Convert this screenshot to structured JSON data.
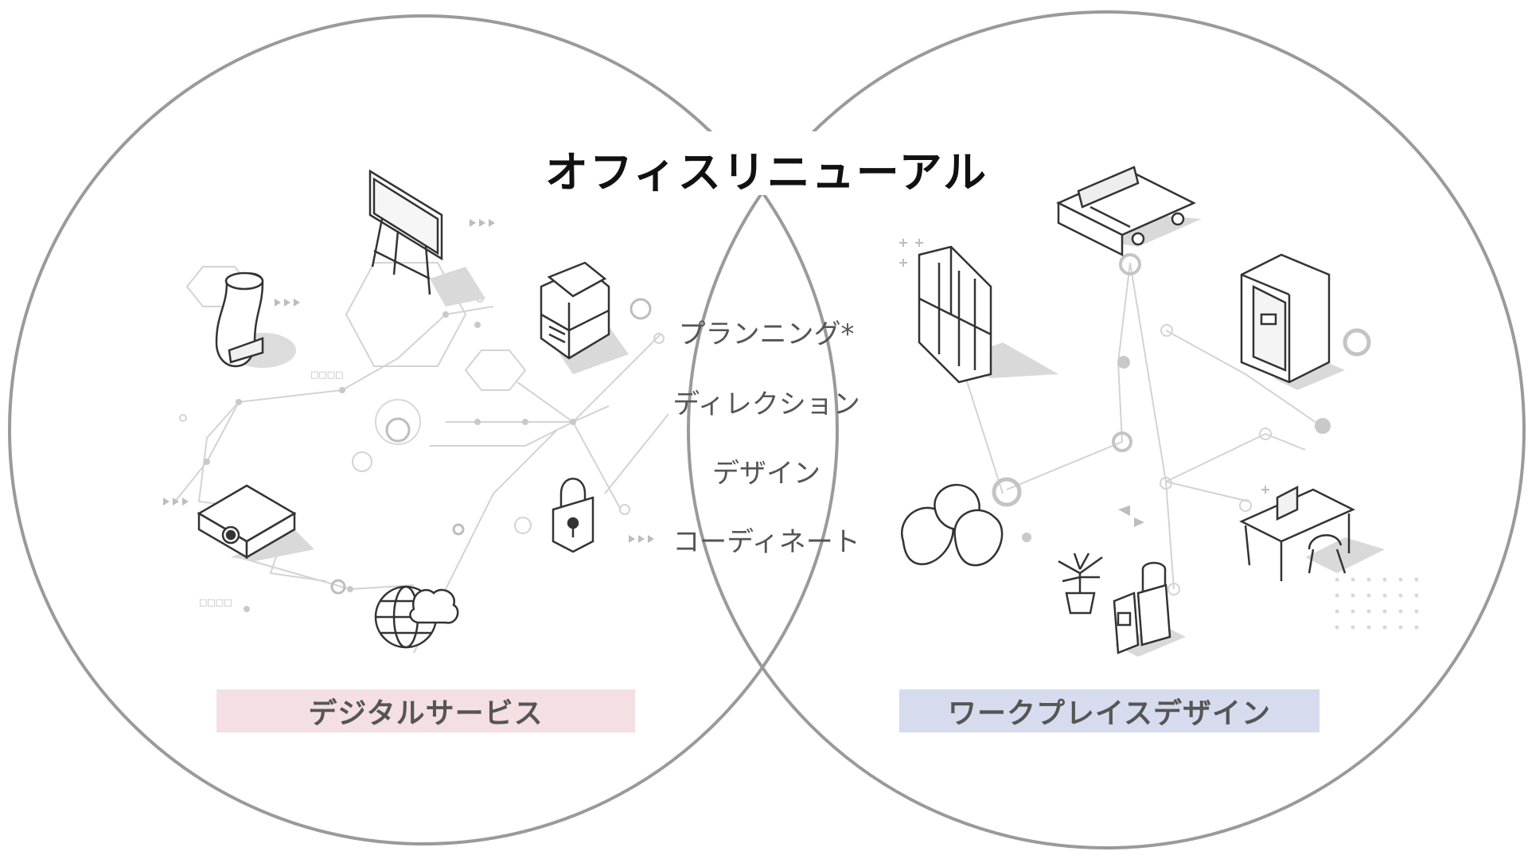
{
  "title": "オフィスリニューアル",
  "center_services": [
    "プランニング*",
    "ディレクション",
    "デザイン",
    "コーディネート"
  ],
  "left_circle": {
    "label": "デジタルサービス",
    "label_bg": "#f4dfe3",
    "icons": [
      "speaker-icon",
      "digital-whiteboard-icon",
      "multifunction-printer-icon",
      "projector-icon",
      "lock-icon",
      "cloud-globe-icon"
    ],
    "small_captions": [
      "□□□□",
      "□□□□"
    ]
  },
  "right_circle": {
    "label": "ワークプレイスデザイン",
    "label_bg": "#d6dbee",
    "icons": [
      "desk-island-icon",
      "locker-icon",
      "phone-booth-icon",
      "beanbag-icon",
      "laptop-desk-icon",
      "plant-icon",
      "water-server-icon"
    ]
  },
  "colors": {
    "circle_stroke": "#9a9a9a",
    "line": "#cfcfcf",
    "icon_stroke": "#333333",
    "shadow": "#d9d9d9"
  }
}
